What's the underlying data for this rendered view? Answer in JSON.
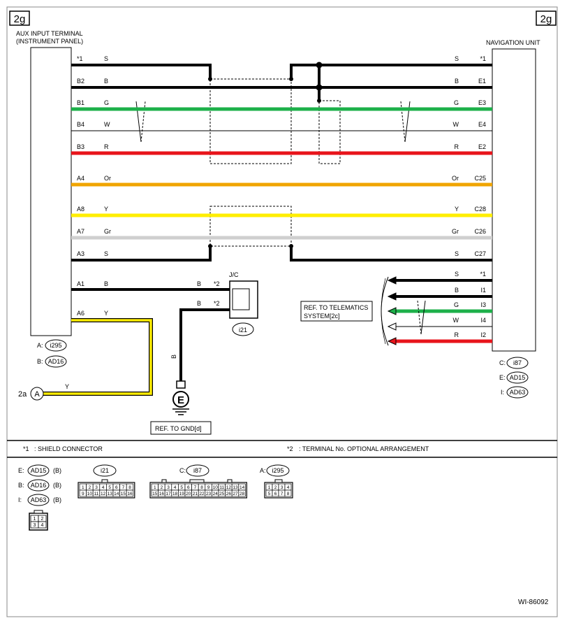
{
  "page": {
    "corner_left": "2g",
    "corner_right": "2g",
    "diagram_id": "WI-86092"
  },
  "aux": {
    "title_line1": "AUX INPUT TERMINAL",
    "title_line2": "(INSTRUMENT PANEL)",
    "conn_a_label": "A:",
    "conn_a": "i295",
    "conn_b_label": "B:",
    "conn_b": "AD16"
  },
  "nav": {
    "title": "NAVIGATION UNIT",
    "conn_c_label": "C:",
    "conn_c": "i87",
    "conn_e_label": "E:",
    "conn_e": "AD15",
    "conn_i_label": "I:",
    "conn_i": "AD63"
  },
  "colors": {
    "B": "#000000",
    "G": "#1db04a",
    "W": "#ffffff",
    "R": "#e8141b",
    "Or": "#f0a500",
    "Y": "#ffee00",
    "Gr": "#cfcfcf",
    "S": "#000000"
  },
  "wires": [
    {
      "left_pin": "*1",
      "left_color": "S",
      "right_color": "S",
      "right_pin": "*1"
    },
    {
      "left_pin": "B2",
      "left_color": "B",
      "right_color": "B",
      "right_pin": "E1"
    },
    {
      "left_pin": "B1",
      "left_color": "G",
      "right_color": "G",
      "right_pin": "E3"
    },
    {
      "left_pin": "B4",
      "left_color": "W",
      "right_color": "W",
      "right_pin": "E4"
    },
    {
      "left_pin": "B3",
      "left_color": "R",
      "right_color": "R",
      "right_pin": "E2"
    },
    {
      "left_pin": "A4",
      "left_color": "Or",
      "right_color": "Or",
      "right_pin": "C25"
    },
    {
      "left_pin": "A8",
      "left_color": "Y",
      "right_color": "Y",
      "right_pin": "C28"
    },
    {
      "left_pin": "A7",
      "left_color": "Gr",
      "right_color": "Gr",
      "right_pin": "C26"
    },
    {
      "left_pin": "A3",
      "left_color": "S",
      "right_color": "S",
      "right_pin": "C27"
    }
  ],
  "ground_branch": {
    "pin": "A1",
    "color": "B",
    "jc_color": "B",
    "jc_mark": "*2"
  },
  "jc": {
    "title": "J/C",
    "connector": "i21",
    "out_color": "B",
    "out_mark": "*2",
    "down_color": "B"
  },
  "ground": {
    "symbol": "E",
    "ref": "REF. TO GND[d]"
  },
  "yellow_out": {
    "pin": "A6",
    "color": "Y",
    "wire_label": "Y",
    "dest_page": "2a",
    "dest_letter": "A"
  },
  "telematics": {
    "ref_line1": "REF. TO TELEMATICS",
    "ref_line2": "SYSTEM[2c]",
    "wires": [
      {
        "color": "S",
        "pin": "*1"
      },
      {
        "color": "B",
        "pin": "I1"
      },
      {
        "color": "G",
        "pin": "I3"
      },
      {
        "color": "W",
        "pin": "I4"
      },
      {
        "color": "R",
        "pin": "I2"
      }
    ]
  },
  "notes": {
    "note1_mark": "*1",
    "note1": ": SHIELD CONNECTOR",
    "note2_mark": "*2",
    "note2": ": TERMINAL No. OPTIONAL ARRANGEMENT"
  },
  "legend": {
    "list": [
      {
        "prefix": "E:",
        "code": "AD15",
        "suffix": "(B)"
      },
      {
        "prefix": "B:",
        "code": "AD16",
        "suffix": "(B)"
      },
      {
        "prefix": "I:",
        "code": "AD63",
        "suffix": "(B)"
      }
    ],
    "small_conn_pins": [
      "1",
      "2",
      "3",
      "4"
    ],
    "i21": {
      "code": "i21",
      "row1": [
        "1",
        "2",
        "3",
        "4",
        "5",
        "6",
        "7",
        "8"
      ],
      "row2": [
        "9",
        "10",
        "11",
        "12",
        "13",
        "14",
        "15",
        "16"
      ]
    },
    "i87": {
      "prefix": "C:",
      "code": "i87",
      "row1": [
        "1",
        "2",
        "3",
        "4",
        "5",
        "6",
        "7",
        "8",
        "9",
        "10",
        "11",
        "12",
        "13",
        "14"
      ],
      "row2": [
        "15",
        "16",
        "17",
        "18",
        "19",
        "20",
        "21",
        "22",
        "23",
        "24",
        "25",
        "26",
        "27",
        "28"
      ]
    },
    "i295": {
      "prefix": "A:",
      "code": "i295",
      "row1": [
        "1",
        "2",
        "3",
        "4"
      ],
      "row2": [
        "5",
        "6",
        "7",
        "8"
      ]
    }
  }
}
